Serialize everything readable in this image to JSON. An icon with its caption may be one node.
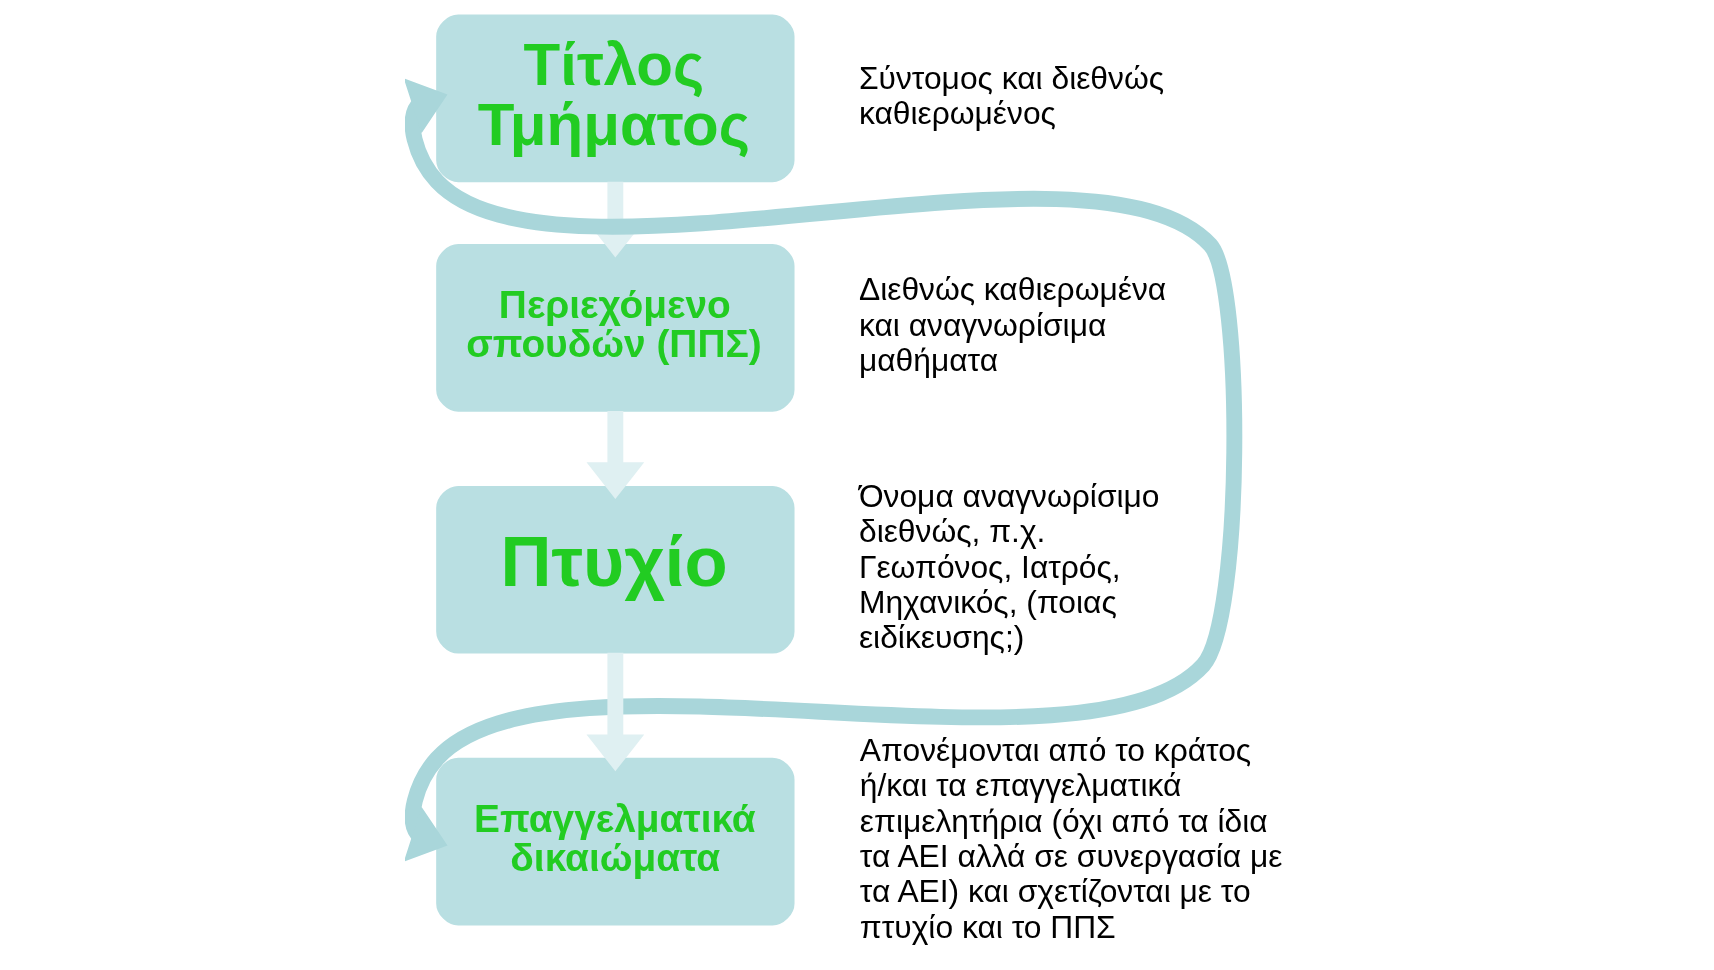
{
  "diagram": {
    "nodes": [
      {
        "text": [
          "Τίτλος Τμήματος"
        ],
        "beside": [
          "Σύντομος και διεθνώς καθιερωμένος"
        ]
      },
      {
        "text": [
          "Περιεχόμενο σπουδών (ΠΠΣ)"
        ],
        "beside": [
          "Διεθνώς καθιερωμένα και αναγνωρίσιμα μαθήματα"
        ]
      },
      {
        "text": [
          "Πτυχίο"
        ],
        "beside": [
          "Όνομα αναγνωρίσιμο διεθνώς, π.χ. Γεωπόνος, Ιατρός, Μηχανικός, (ποιας ειδίκευσης;)"
        ]
      },
      {
        "text": [
          "Επαγγελματικά δικαιώματα"
        ],
        "beside": [
          "Απονέμονται από το κράτος ή/και τα επαγγελματικά επιμελητήρια (όχι από τα ίδια τα ΑΕΙ αλλά σε συνεργασία με τα ΑΕΙ) και σχετίζονται με το πτυχίο και το ΠΠΣ"
        ]
      }
    ],
    "edges": [
      {
        "from": 0,
        "to": 1,
        "arrow": "to"
      },
      {
        "from": 1,
        "to": 2,
        "arrow": "to"
      },
      {
        "from": 2,
        "to": 3,
        "arrow": "to"
      },
      {
        "from": 0,
        "to": 3,
        "arrow": "both",
        "color": "#a9d6da"
      }
    ]
  }
}
